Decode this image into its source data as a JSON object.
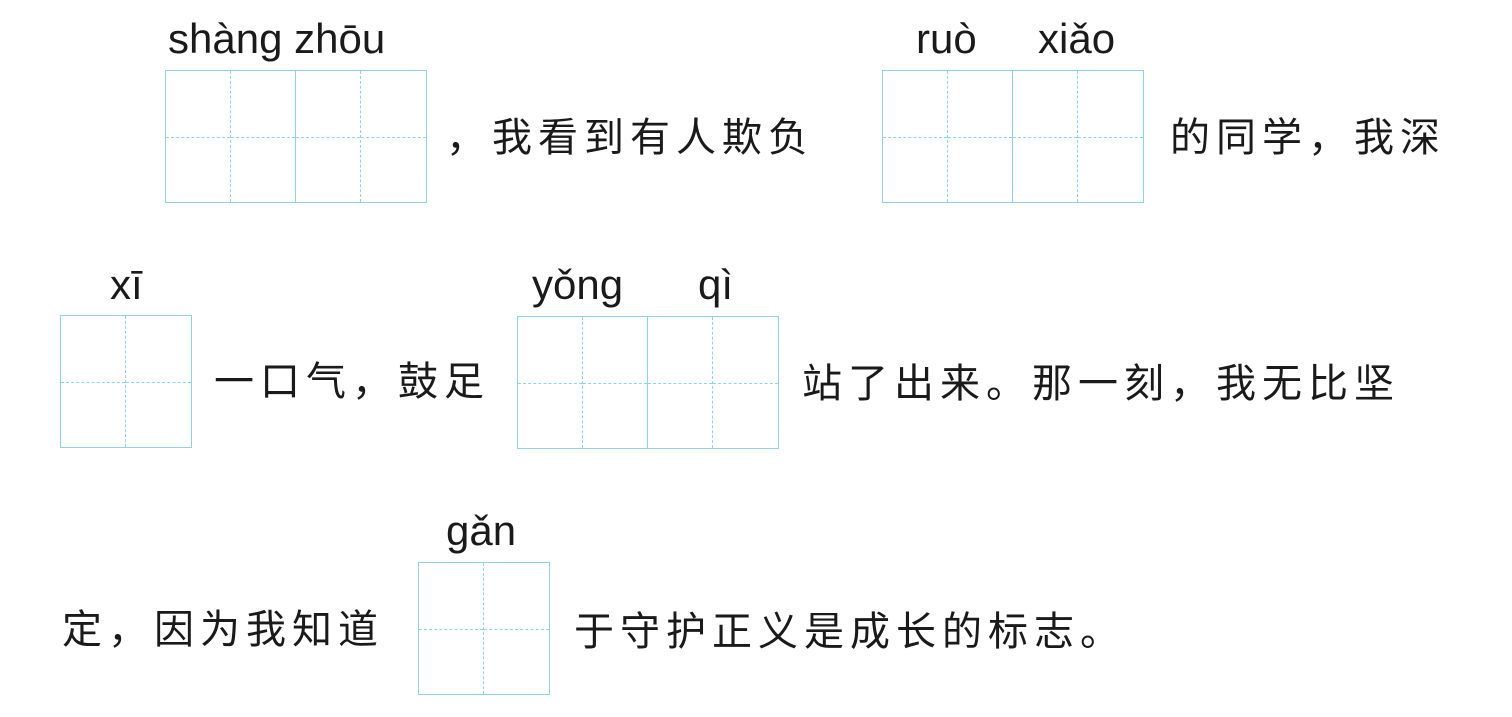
{
  "row1": {
    "pinyin_a": "shàng zhōu",
    "text_a": "，我看到有人欺负",
    "pinyin_b1": "ruò",
    "pinyin_b2": "xiǎo",
    "text_b": "的同学，我深"
  },
  "row2": {
    "pinyin_a": "xī",
    "text_a": "一口气，鼓足",
    "pinyin_b1": "yǒng",
    "pinyin_b2": "qì",
    "text_b": "站了出来。那一刻，我无比坚"
  },
  "row3": {
    "text_a": "定，因为我知道",
    "pinyin_a": "gǎn",
    "text_b": "于守护正义是成长的标志。"
  }
}
